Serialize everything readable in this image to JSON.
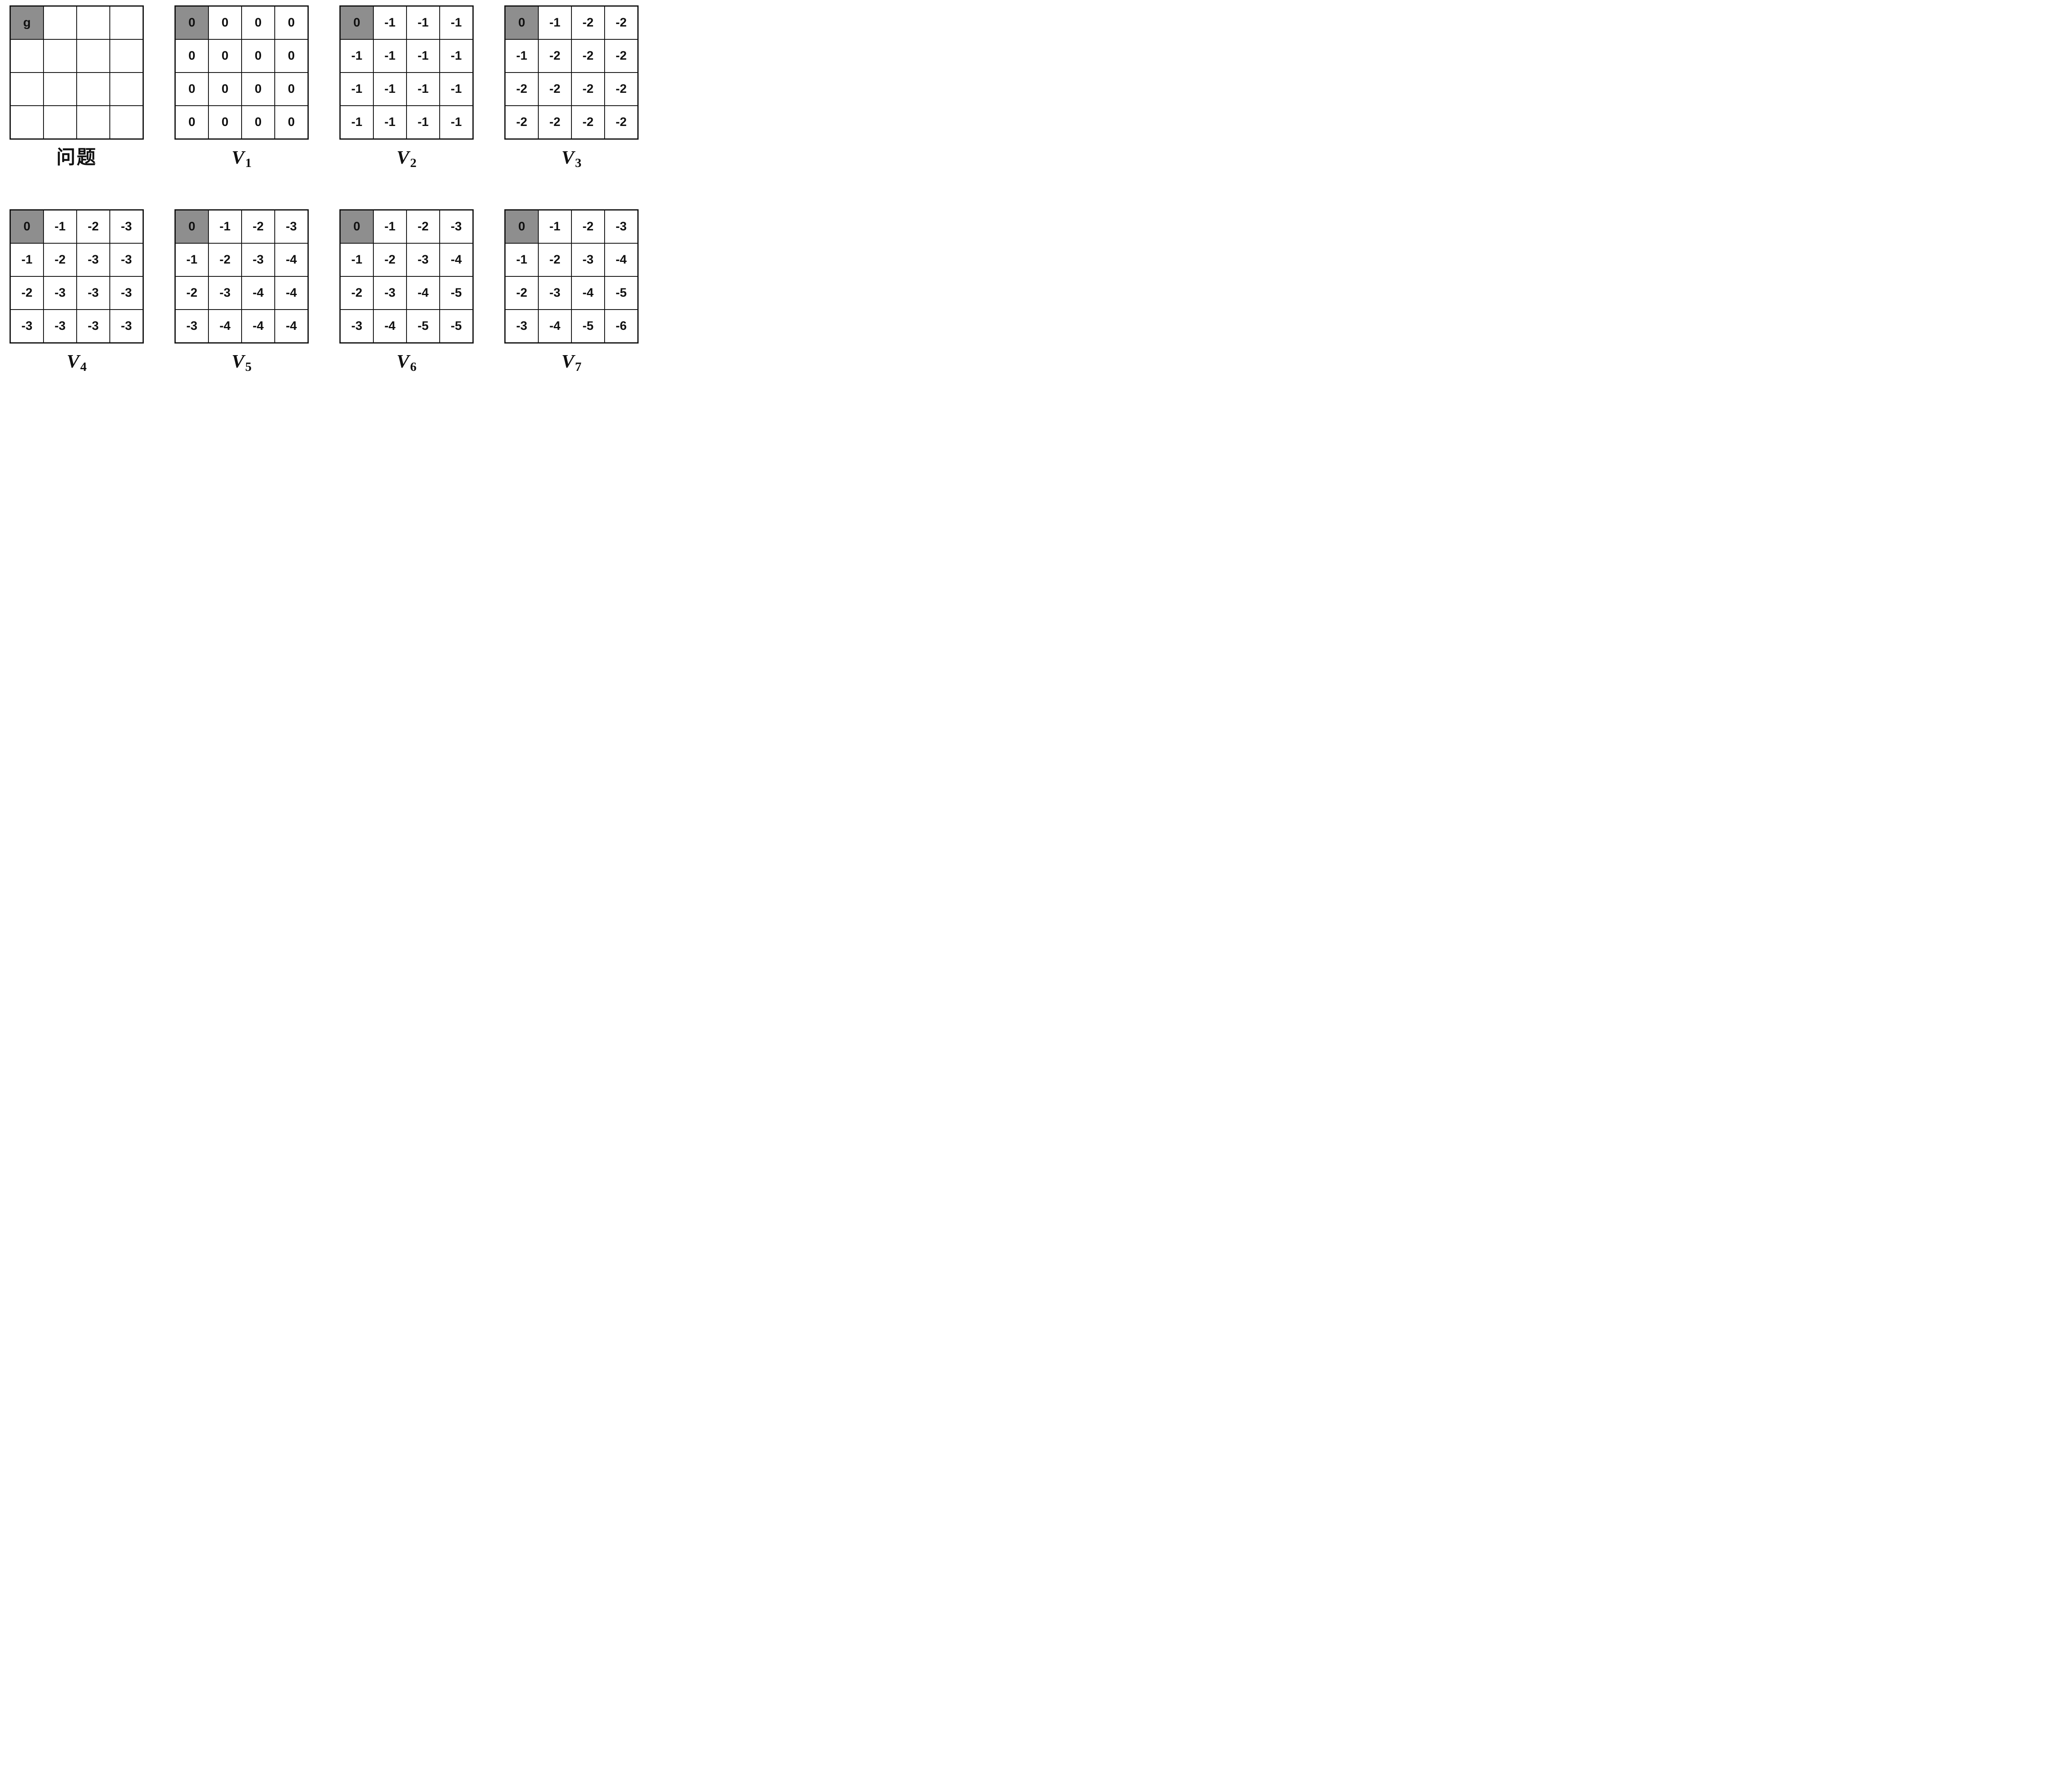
{
  "figure": {
    "description_label": "value-iteration-gridworld-figure",
    "grid_rows": 4,
    "grid_cols": 4,
    "goal_cell_text": "g",
    "goal_cell_position": [
      0,
      0
    ]
  },
  "colors": {
    "page_bg": "#ffffff",
    "cell_bg": "#ffffff",
    "goal_cell_bg": "#8e8e8e",
    "line": "#111111",
    "text": "#111111"
  },
  "panels": [
    {
      "key": "problem",
      "caption": {
        "type": "text",
        "text": "问题"
      },
      "cells": [
        [
          "g",
          "",
          "",
          ""
        ],
        [
          "",
          "",
          "",
          ""
        ],
        [
          "",
          "",
          "",
          ""
        ],
        [
          "",
          "",
          "",
          ""
        ]
      ]
    },
    {
      "key": "v1",
      "caption": {
        "type": "math",
        "base": "V",
        "sub": "1"
      },
      "cells": [
        [
          "0",
          "0",
          "0",
          "0"
        ],
        [
          "0",
          "0",
          "0",
          "0"
        ],
        [
          "0",
          "0",
          "0",
          "0"
        ],
        [
          "0",
          "0",
          "0",
          "0"
        ]
      ]
    },
    {
      "key": "v2",
      "caption": {
        "type": "math",
        "base": "V",
        "sub": "2"
      },
      "cells": [
        [
          "0",
          "-1",
          "-1",
          "-1"
        ],
        [
          "-1",
          "-1",
          "-1",
          "-1"
        ],
        [
          "-1",
          "-1",
          "-1",
          "-1"
        ],
        [
          "-1",
          "-1",
          "-1",
          "-1"
        ]
      ]
    },
    {
      "key": "v3",
      "caption": {
        "type": "math",
        "base": "V",
        "sub": "3"
      },
      "cells": [
        [
          "0",
          "-1",
          "-2",
          "-2"
        ],
        [
          "-1",
          "-2",
          "-2",
          "-2"
        ],
        [
          "-2",
          "-2",
          "-2",
          "-2"
        ],
        [
          "-2",
          "-2",
          "-2",
          "-2"
        ]
      ]
    },
    {
      "key": "v4",
      "caption": {
        "type": "math",
        "base": "V",
        "sub": "4"
      },
      "cells": [
        [
          "0",
          "-1",
          "-2",
          "-3"
        ],
        [
          "-1",
          "-2",
          "-3",
          "-3"
        ],
        [
          "-2",
          "-3",
          "-3",
          "-3"
        ],
        [
          "-3",
          "-3",
          "-3",
          "-3"
        ]
      ]
    },
    {
      "key": "v5",
      "caption": {
        "type": "math",
        "base": "V",
        "sub": "5"
      },
      "cells": [
        [
          "0",
          "-1",
          "-2",
          "-3"
        ],
        [
          "-1",
          "-2",
          "-3",
          "-4"
        ],
        [
          "-2",
          "-3",
          "-4",
          "-4"
        ],
        [
          "-3",
          "-4",
          "-4",
          "-4"
        ]
      ]
    },
    {
      "key": "v6",
      "caption": {
        "type": "math",
        "base": "V",
        "sub": "6"
      },
      "cells": [
        [
          "0",
          "-1",
          "-2",
          "-3"
        ],
        [
          "-1",
          "-2",
          "-3",
          "-4"
        ],
        [
          "-2",
          "-3",
          "-4",
          "-5"
        ],
        [
          "-3",
          "-4",
          "-5",
          "-5"
        ]
      ]
    },
    {
      "key": "v7",
      "caption": {
        "type": "math",
        "base": "V",
        "sub": "7"
      },
      "cells": [
        [
          "0",
          "-1",
          "-2",
          "-3"
        ],
        [
          "-1",
          "-2",
          "-3",
          "-4"
        ],
        [
          "-2",
          "-3",
          "-4",
          "-5"
        ],
        [
          "-3",
          "-4",
          "-5",
          "-6"
        ]
      ]
    }
  ]
}
